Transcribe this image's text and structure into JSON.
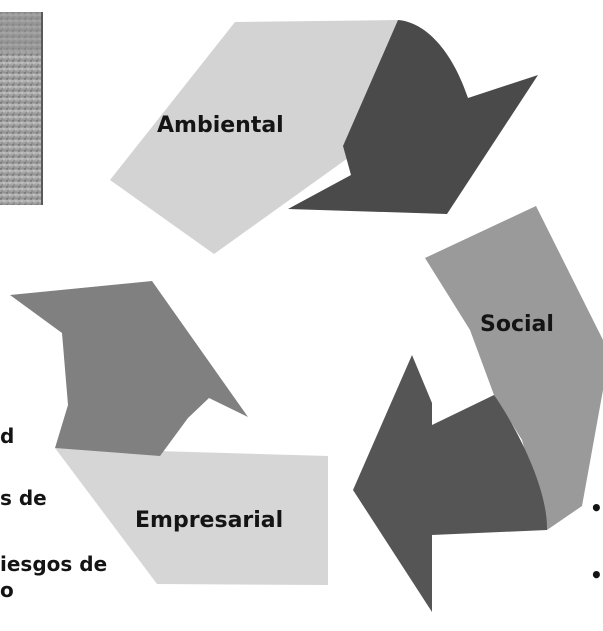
{
  "diagram": {
    "arrows": [
      {
        "label": "Ambiental",
        "light_color": "#d3d3d3",
        "dark_color": "#4a4a4a"
      },
      {
        "label": "Social",
        "light_color": "#9a9a9a",
        "dark_color": "#555555"
      },
      {
        "label": "Empresarial",
        "light_color": "#d6d6d6",
        "dark_color": "#808080"
      }
    ]
  },
  "left_text": {
    "line1": "d",
    "line2": "s de",
    "line3": "iesgos de",
    "line4": "o"
  },
  "right_bullets": [
    "•",
    "•"
  ],
  "photo": {
    "icon": "landscape-photo"
  }
}
